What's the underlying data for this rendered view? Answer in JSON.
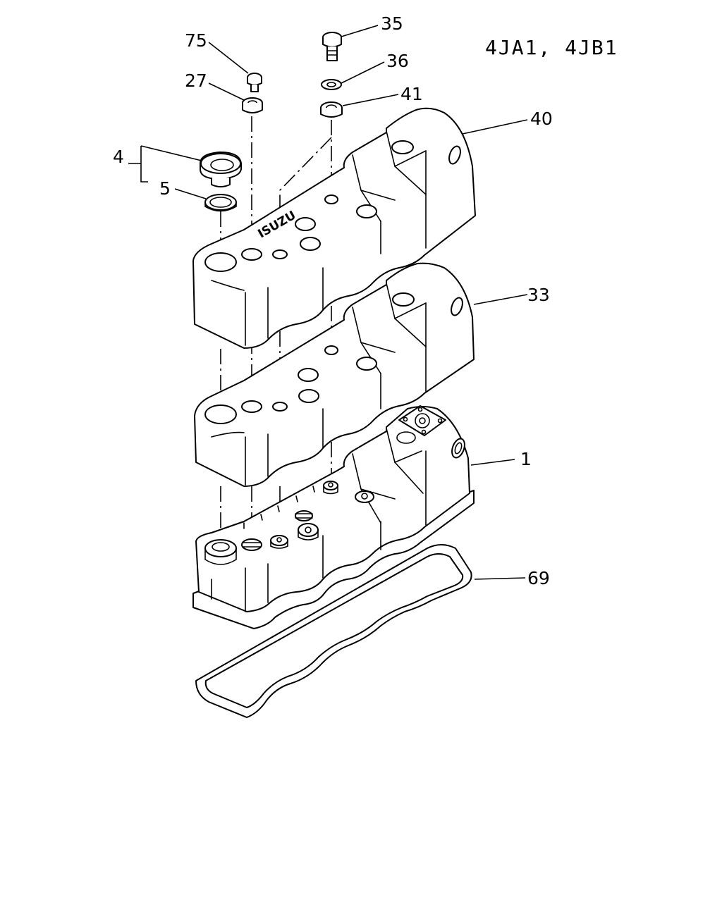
{
  "model_label": "4JA1, 4JB1",
  "brand_text": "ISUZU",
  "callouts": {
    "c1": "1",
    "c4": "4",
    "c5": "5",
    "c27": "27",
    "c33": "33",
    "c35": "35",
    "c36": "36",
    "c40": "40",
    "c41": "41",
    "c69": "69",
    "c75": "75"
  }
}
